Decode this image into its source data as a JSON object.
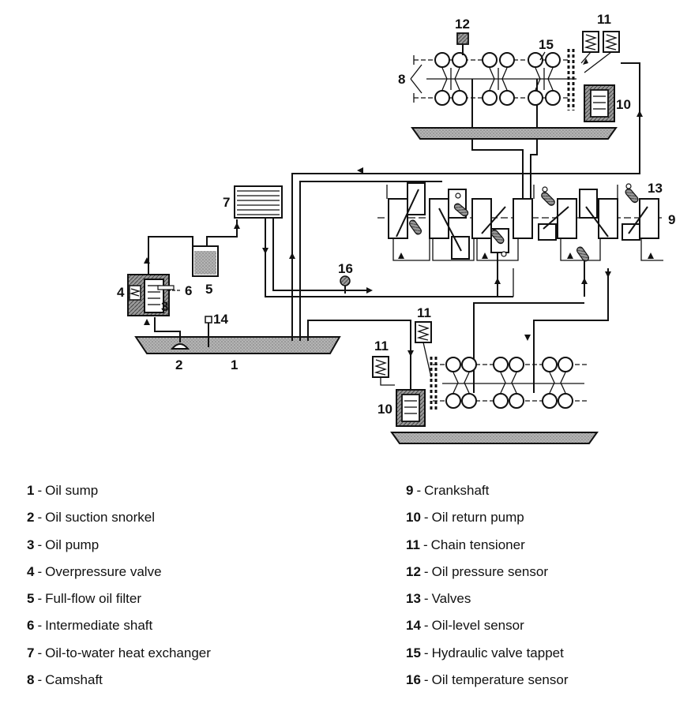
{
  "diagram": {
    "callouts": {
      "c1": "1",
      "c2": "2",
      "c3": "3",
      "c4": "4",
      "c5": "5",
      "c6": "6",
      "c7": "7",
      "c8": "8",
      "c9": "9",
      "c10a": "10",
      "c10b": "10",
      "c11a": "11",
      "c11b": "11",
      "c11c": "11",
      "c12": "12",
      "c13": "13",
      "c14": "14",
      "c15": "15",
      "c16": "16"
    }
  },
  "legend": {
    "separator": "-",
    "left": [
      {
        "num": "1",
        "label": "Oil sump"
      },
      {
        "num": "2",
        "label": "Oil suction snorkel"
      },
      {
        "num": "3",
        "label": "Oil pump"
      },
      {
        "num": "4",
        "label": "Overpressure valve"
      },
      {
        "num": "5",
        "label": "Full-flow oil filter"
      },
      {
        "num": "6",
        "label": "Intermediate shaft"
      },
      {
        "num": "7",
        "label": "Oil-to-water heat exchanger"
      },
      {
        "num": "8",
        "label": "Camshaft"
      }
    ],
    "right": [
      {
        "num": "9",
        "label": "Crankshaft"
      },
      {
        "num": "10",
        "label": "Oil return pump"
      },
      {
        "num": "11",
        "label": "Chain tensioner"
      },
      {
        "num": "12",
        "label": "Oil pressure sensor"
      },
      {
        "num": "13",
        "label": "Valves"
      },
      {
        "num": "14",
        "label": "Oil-level sensor"
      },
      {
        "num": "15",
        "label": "Hydraulic valve tappet"
      },
      {
        "num": "16",
        "label": "Oil temperature sensor"
      }
    ]
  }
}
